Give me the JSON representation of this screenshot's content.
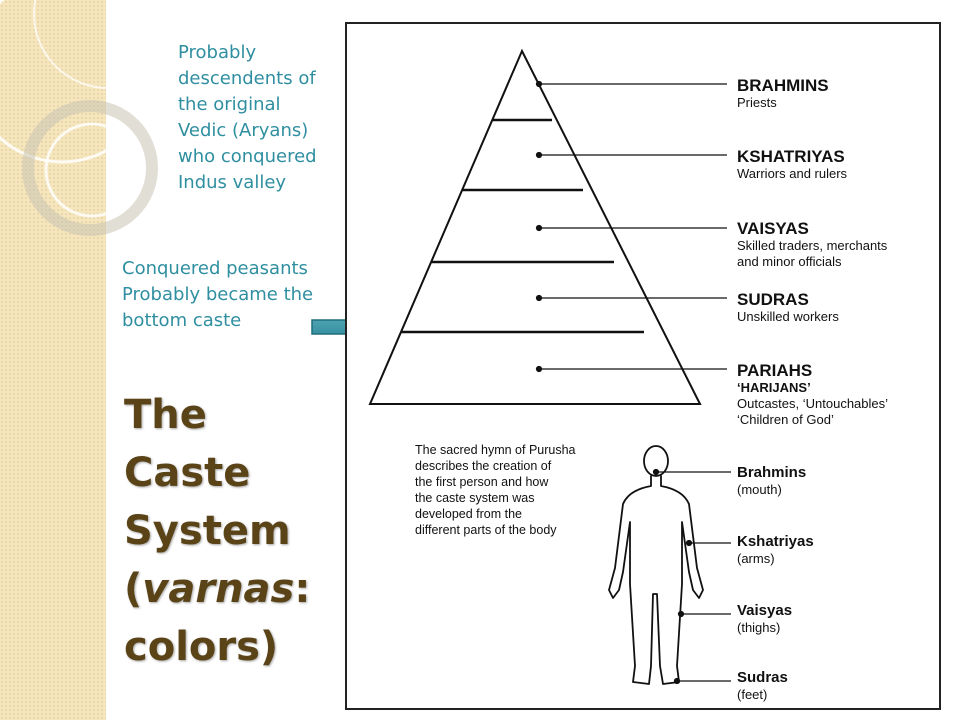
{
  "colors": {
    "accent": "#2f8fa0",
    "title": "#5a4316",
    "strip": "#f5e6be"
  },
  "notes": {
    "top": "Probably\ndescendents of\nthe original\nVedic (Aryans)\nwho conquered\nIndus valley",
    "middle": "Conquered peasants\nProbably became the\nbottom caste"
  },
  "brace_glyph": "{",
  "title": {
    "line1": "The",
    "line2": "Caste",
    "line3": "System",
    "open_paren": "(",
    "italic_word": "varnas",
    "colon": ":",
    "line5": "colors)"
  },
  "castes": [
    {
      "name": "BRAHMINS",
      "desc": "Priests"
    },
    {
      "name": "KSHATRIYAS",
      "desc": "Warriors and rulers"
    },
    {
      "name": "VAISYAS",
      "desc": "Skilled traders, merchants",
      "desc2": "and minor officials"
    },
    {
      "name": "SUDRAS",
      "desc": "Unskilled workers"
    },
    {
      "name": "PARIAHS",
      "subname": "‘HARIJANS’",
      "desc": "Outcastes, ‘Untouchables’",
      "desc2": "‘Children of God’"
    }
  ],
  "hymn": "The sacred hymn of Purusha\ndescribes the creation of\nthe first person and how\nthe caste system was\ndeveloped from the\ndifferent parts of the body",
  "body_parts": [
    {
      "name": "Brahmins",
      "part": "(mouth)"
    },
    {
      "name": "Kshatriyas",
      "part": "(arms)"
    },
    {
      "name": "Vaisyas",
      "part": "(thighs)"
    },
    {
      "name": "Sudras",
      "part": "(feet)"
    }
  ],
  "icons": {
    "arrow": "right-arrow-icon",
    "body": "human-figure-icon"
  }
}
